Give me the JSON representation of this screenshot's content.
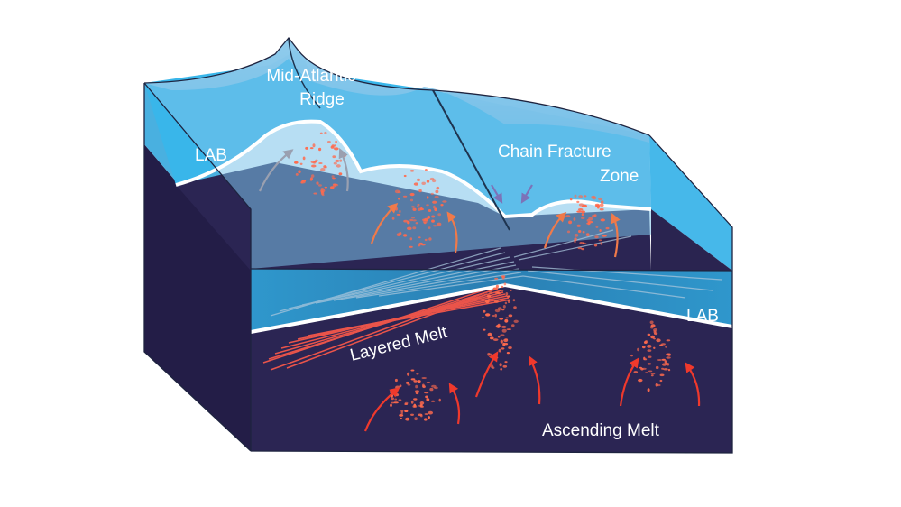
{
  "labels": {
    "ridge_line1": "Mid-Atlantic",
    "ridge_line2": "Ridge",
    "lab_back": "LAB",
    "fracture_line1": "Chain Fracture",
    "fracture_line2": "Zone",
    "lab_front": "LAB",
    "layered_melt": "Layered Melt",
    "ascending_melt": "Ascending Melt"
  },
  "colors": {
    "ocean_top": "#8cc6ea",
    "ocean_face": "#2db6e9",
    "lithosphere": "#2a8fc4",
    "mantle": "#2b2553",
    "mantle_side": "#231d47",
    "boundary": "#ffffff",
    "melt": "#ff6a4d",
    "arrow_red": "#f0392c",
    "arrow_orange": "#f07a4a",
    "arrow_gray": "#9aa0b0",
    "arrow_purple": "#7c73b8"
  }
}
